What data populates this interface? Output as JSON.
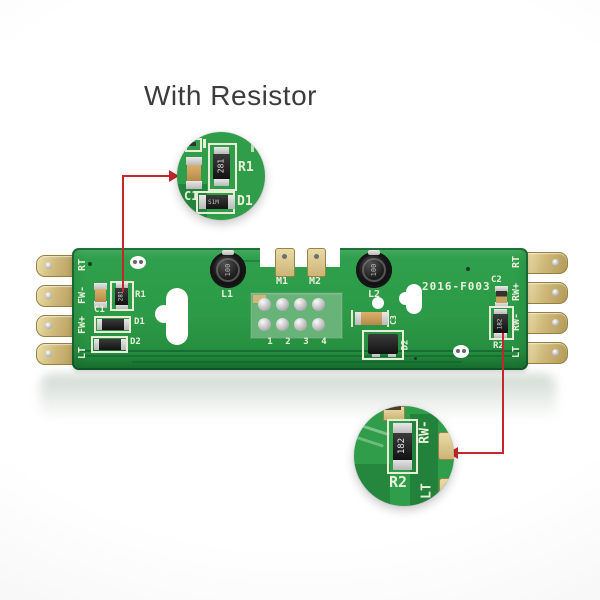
{
  "title": "With Resistor",
  "board": {
    "part_number": "2016-F003",
    "left_pins": [
      "RT",
      "FW-",
      "FW+",
      "LT"
    ],
    "right_pins": [
      "RT",
      "RW+",
      "RW-",
      "LT"
    ],
    "connector_numbers": [
      "1",
      "2",
      "3",
      "4"
    ],
    "components": {
      "c1": "C1",
      "r1": "R1",
      "d1": "D1",
      "d2": "D2",
      "l1": "L1",
      "l2": "L2",
      "m1": "M1",
      "m2": "M2",
      "c2": "C2",
      "c3": "C3",
      "r2": "R2",
      "dz": "D2"
    },
    "markings": {
      "r1": "281",
      "r2": "182",
      "d1": "S1M",
      "l1": "100",
      "l2": "100"
    }
  },
  "callout_top": {
    "c1_label": "C1",
    "r1_label": "R1",
    "d1_label": "D1",
    "r1_marking": "281",
    "d1_marking": "S1M"
  },
  "callout_bottom": {
    "r2_label": "R2",
    "r2_marking": "182",
    "pin_upper_label": "RW-",
    "pin_lower_label": "LT"
  },
  "colors": {
    "pcb_green": "#2f9d49",
    "silkscreen": "#eaf0da",
    "pin_gold": "#cfb97b",
    "callout_red": "#c4272b",
    "background": "#ffffff"
  }
}
